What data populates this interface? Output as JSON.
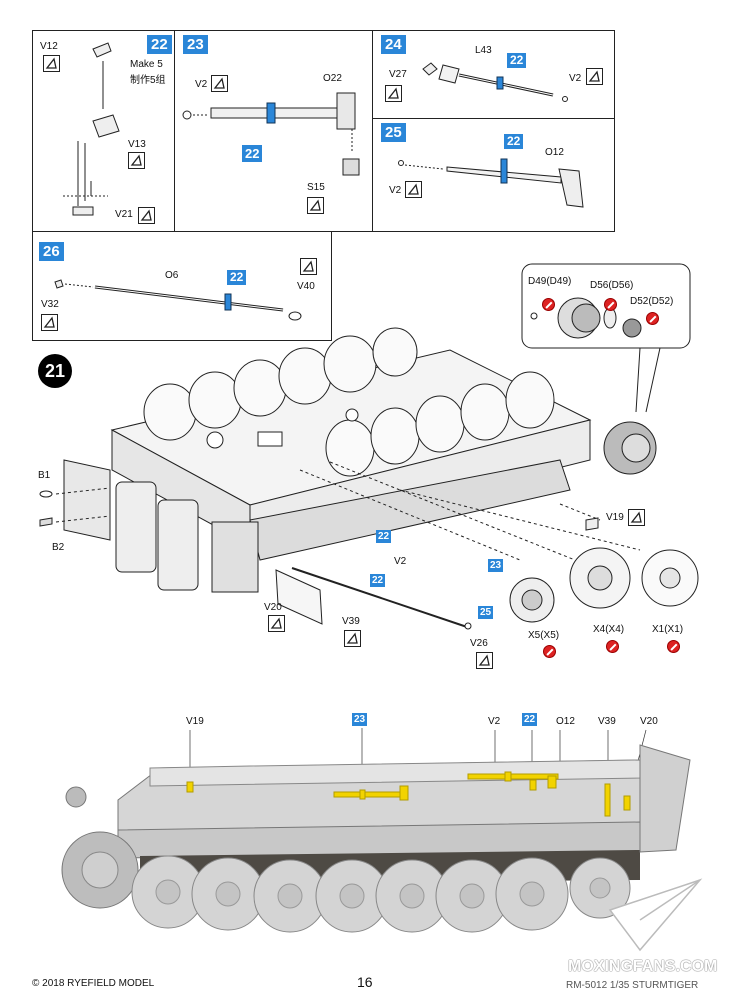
{
  "steps": {
    "s22": {
      "num": "22",
      "v12": "V12",
      "make": "Make 5",
      "make_cn": "制作5组",
      "v13": "V13",
      "v21": "V21"
    },
    "s23": {
      "num": "23",
      "v2": "V2",
      "o22": "O22",
      "chip": "22",
      "s15": "S15"
    },
    "s24": {
      "num": "24",
      "l43": "L43",
      "v27": "V27",
      "chip": "22",
      "v2": "V2"
    },
    "s25": {
      "num": "25",
      "chip": "22",
      "o12": "O12",
      "v2": "V2"
    },
    "s26": {
      "num": "26",
      "o6": "O6",
      "chip": "22",
      "v32": "V32",
      "v40": "V40"
    }
  },
  "main": {
    "num": "21",
    "d49": "D49(D49)",
    "d56": "D56(D56)",
    "d52": "D52(D52)",
    "b1": "B1",
    "b2": "B2",
    "v19": "V19",
    "chip22a": "22",
    "chip22b": "22",
    "v2": "V2",
    "chip23": "23",
    "chip25": "25",
    "v20": "V20",
    "v39": "V39",
    "v26": "V26",
    "x5": "X5(X5)",
    "x4": "X4(X4)",
    "x1": "X1(X1)"
  },
  "view": {
    "v19": "V19",
    "chip23": "23",
    "v2": "V2",
    "chip22": "22",
    "o12": "O12",
    "v39": "V39",
    "v20": "V20"
  },
  "footer": {
    "copyright": "© 2018 RYEFIELD MODEL",
    "page": "16",
    "product": "RM-5012 1/35 STURMTIGER",
    "watermark": "MOXINGFANS.COM"
  },
  "colors": {
    "step_blue": "#2a86d8",
    "no_glue_red": "#d22",
    "tank_grey": "#cfcfcf"
  }
}
